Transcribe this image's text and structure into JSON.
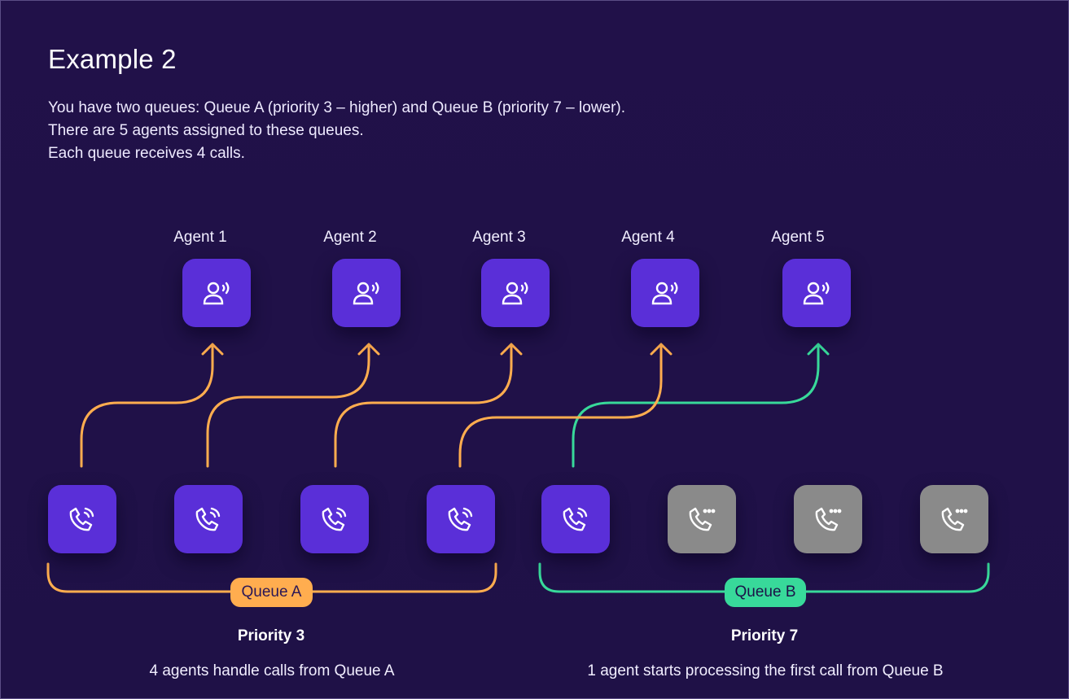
{
  "title": "Example 2",
  "description": [
    "You have two queues: Queue A (priority 3 – higher) and Queue B (priority 7 – lower).",
    "There are 5 agents assigned to these queues.",
    "Each queue receives 4 calls."
  ],
  "agents": [
    {
      "label": "Agent 1",
      "icon": "agent-headset-icon"
    },
    {
      "label": "Agent 2",
      "icon": "agent-headset-icon"
    },
    {
      "label": "Agent 3",
      "icon": "agent-headset-icon"
    },
    {
      "label": "Agent 4",
      "icon": "agent-headset-icon"
    },
    {
      "label": "Agent 5",
      "icon": "agent-headset-icon"
    }
  ],
  "calls": [
    {
      "queue": "A",
      "state": "active",
      "icon": "phone-ringing-icon"
    },
    {
      "queue": "A",
      "state": "active",
      "icon": "phone-ringing-icon"
    },
    {
      "queue": "A",
      "state": "active",
      "icon": "phone-ringing-icon"
    },
    {
      "queue": "A",
      "state": "active",
      "icon": "phone-ringing-icon"
    },
    {
      "queue": "B",
      "state": "active",
      "icon": "phone-ringing-icon"
    },
    {
      "queue": "B",
      "state": "waiting",
      "icon": "phone-waiting-icon"
    },
    {
      "queue": "B",
      "state": "waiting",
      "icon": "phone-waiting-icon"
    },
    {
      "queue": "B",
      "state": "waiting",
      "icon": "phone-waiting-icon"
    }
  ],
  "queues": {
    "a": {
      "name": "Queue A",
      "priority": "Priority 3",
      "caption": "4 agents handle calls from Queue A",
      "color": "#ffad4f"
    },
    "b": {
      "name": "Queue B",
      "priority": "Priority 7",
      "caption": "1 agent starts processing the first call from Queue B",
      "color": "#38d99a"
    }
  },
  "colors": {
    "background": "#1f1147",
    "active_tile": "#5a2fd8",
    "waiting_tile": "#8a8a8a"
  }
}
